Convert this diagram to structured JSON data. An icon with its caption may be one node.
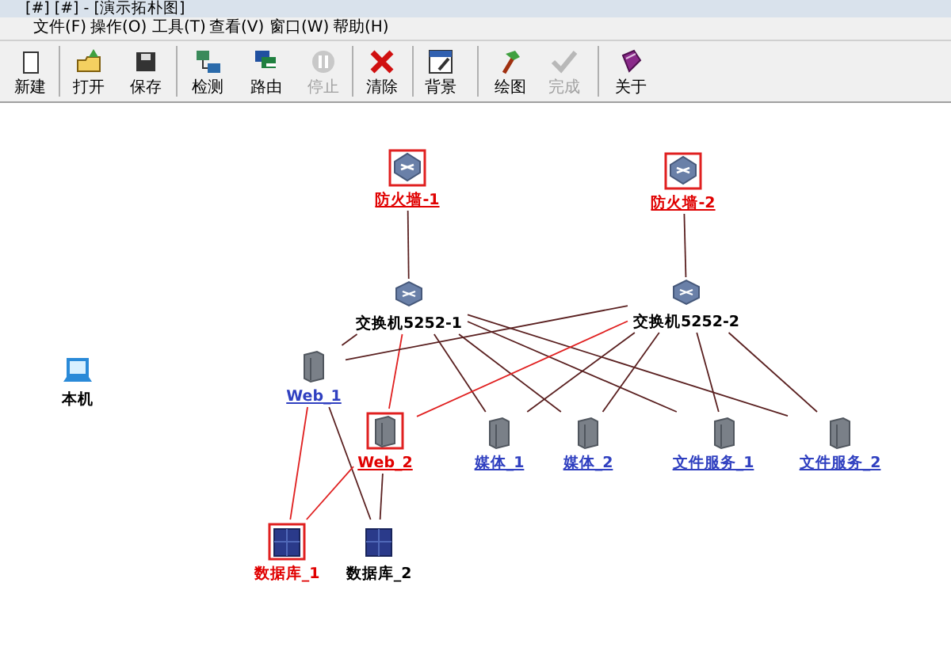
{
  "diagram": {
    "title": "[#] [#] - [演示拓朴图]",
    "nodes": [
      {
        "text": [
          "防火墙-1"
        ]
      },
      {
        "text": [
          "防火墙-2"
        ]
      },
      {
        "text": [
          "交换机5252-1"
        ]
      },
      {
        "text": [
          "交换机5252-2"
        ]
      },
      {
        "text": [
          "Web_1"
        ]
      },
      {
        "text": [
          "Web_2"
        ]
      },
      {
        "text": [
          "媒体_1"
        ]
      },
      {
        "text": [
          "媒体_2"
        ]
      },
      {
        "text": [
          "文件服务_1"
        ]
      },
      {
        "text": [
          "文件服务_2"
        ]
      },
      {
        "text": [
          "数据库_1"
        ]
      },
      {
        "text": [
          "数据库_2"
        ]
      },
      {
        "text": [
          "本机"
        ]
      }
    ],
    "edges": [
      {
        "from": 0,
        "to": 2,
        "arrow": "none"
      },
      {
        "from": 1,
        "to": 3,
        "arrow": "none"
      },
      {
        "from": 2,
        "to": 4,
        "arrow": "none"
      },
      {
        "from": 2,
        "to": 5,
        "arrow": "none",
        "color": "#e02020"
      },
      {
        "from": 2,
        "to": 6,
        "arrow": "none"
      },
      {
        "from": 2,
        "to": 7,
        "arrow": "none"
      },
      {
        "from": 2,
        "to": 8,
        "arrow": "none"
      },
      {
        "from": 2,
        "to": 9,
        "arrow": "none"
      },
      {
        "from": 3,
        "to": 4,
        "arrow": "none"
      },
      {
        "from": 3,
        "to": 5,
        "arrow": "none",
        "color": "#e02020"
      },
      {
        "from": 3,
        "to": 6,
        "arrow": "none"
      },
      {
        "from": 3,
        "to": 7,
        "arrow": "none"
      },
      {
        "from": 3,
        "to": 8,
        "arrow": "none"
      },
      {
        "from": 3,
        "to": 9,
        "arrow": "none"
      },
      {
        "from": 4,
        "to": 10,
        "arrow": "none",
        "color": "#e02020"
      },
      {
        "from": 4,
        "to": 11,
        "arrow": "none"
      },
      {
        "from": 5,
        "to": 10,
        "arrow": "none",
        "color": "#e02020"
      },
      {
        "from": 5,
        "to": 11,
        "arrow": "none"
      }
    ],
    "labels": [
      "文件(F)",
      "操作(O)",
      "工具(T)",
      "查看(V)",
      "窗口(W)",
      "帮助(H)",
      "新建",
      "打开",
      "保存",
      "检测",
      "路由",
      "停止",
      "清除",
      "背景",
      "绘图",
      "完成",
      "关于"
    ]
  }
}
